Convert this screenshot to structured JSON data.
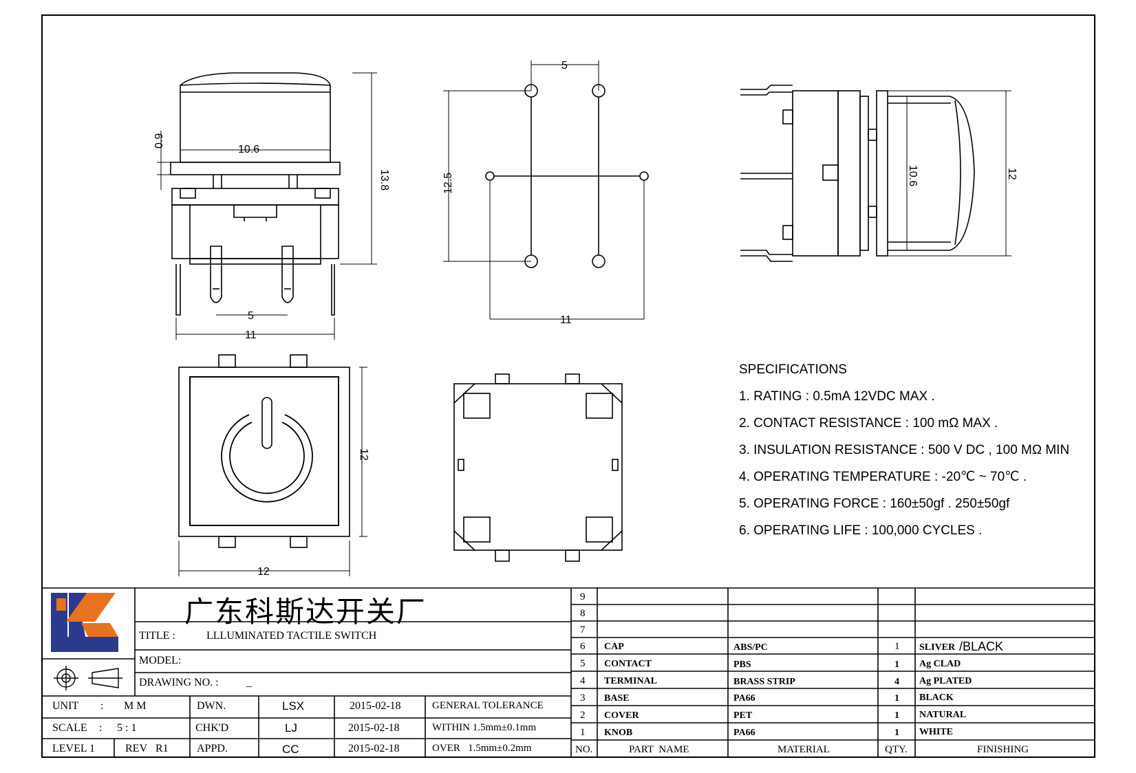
{
  "dimensions": {
    "side_cap_width": "10.6",
    "side_overall_height": "13.8",
    "side_flange": "0.9",
    "side_pin_pitch": "5",
    "side_body_width": "11",
    "pcb_pitch_x": "5",
    "pcb_pitch_y": "12.5",
    "pcb_span_x": "11",
    "right_cap_width": "10.6",
    "right_height": "12",
    "top_width": "12",
    "top_height": "12"
  },
  "specifications": {
    "heading": "SPECIFICATIONS",
    "items": [
      "1. RATING : 0.5mA 12VDC MAX .",
      "2. CONTACT RESISTANCE : 100 mΩ MAX .",
      "3. INSULATION RESISTANCE : 500 V DC , 100 MΩ MIN",
      "4. OPERATING TEMPERATURE : -20℃ ~ 70℃ .",
      "5. OPERATING FORCE : 160±50gf . 250±50gf",
      "6. OPERATING LIFE : 100,000 CYCLES ."
    ]
  },
  "title_block": {
    "company": "广东科斯达开关厂",
    "title_label": "TITLE :",
    "title_value": "LLLUMINATED TACTILE SWITCH",
    "model_label": "MODEL:",
    "drawing_no_label": "DRAWING NO. :",
    "drawing_no_value": "_",
    "unit_label": "UNIT",
    "unit_sep": ":",
    "unit_value": "M M",
    "scale_label": "SCALE",
    "scale_sep": ":",
    "scale_value": "5 : 1",
    "level_label": "LEVEL 1",
    "rev_label": "REV",
    "rev_value": "R1",
    "dwn_label": "DWN.",
    "dwn_value": "LSX",
    "dwn_date": "2015-02-18",
    "chk_label": "CHK'D",
    "chk_value": "LJ",
    "chk_date": "2015-02-18",
    "appd_label": "APPD.",
    "appd_value": "CC",
    "appd_date": "2015-02-18",
    "tol_label": "GENERAL TOLERANCE",
    "tol_within": "WITHIN 1.5mm±0.1mm",
    "tol_over": "OVER   1.5mm±0.2mm"
  },
  "bom": {
    "headers": [
      "NO.",
      "PART  NAME",
      "MATERIAL",
      "QTY.",
      "FINISHING"
    ],
    "rows": [
      {
        "no": "9",
        "part": "",
        "material": "",
        "qty": "",
        "finish": ""
      },
      {
        "no": "8",
        "part": "",
        "material": "",
        "qty": "",
        "finish": ""
      },
      {
        "no": "7",
        "part": "",
        "material": "",
        "qty": "",
        "finish": ""
      },
      {
        "no": "6",
        "part": "CAP",
        "material": "ABS/PC",
        "qty": "1",
        "finish": "SLIVER",
        "finish_extra": "/BLACK"
      },
      {
        "no": "5",
        "part": "CONTACT",
        "material": "PBS",
        "qty": "1",
        "finish": "Ag CLAD"
      },
      {
        "no": "4",
        "part": "TERMINAL",
        "material": "BRASS STRIP",
        "qty": "4",
        "finish": "Ag PLATED"
      },
      {
        "no": "3",
        "part": "BASE",
        "material": "PA66",
        "qty": "1",
        "finish": "BLACK"
      },
      {
        "no": "2",
        "part": "COVER",
        "material": "PET",
        "qty": "1",
        "finish": "NATURAL"
      },
      {
        "no": "1",
        "part": "KNOB",
        "material": "PA66",
        "qty": "1",
        "finish": "WHITE"
      }
    ]
  },
  "colors": {
    "logo_blue": "#2b3a8c",
    "logo_orange": "#e8721e"
  }
}
